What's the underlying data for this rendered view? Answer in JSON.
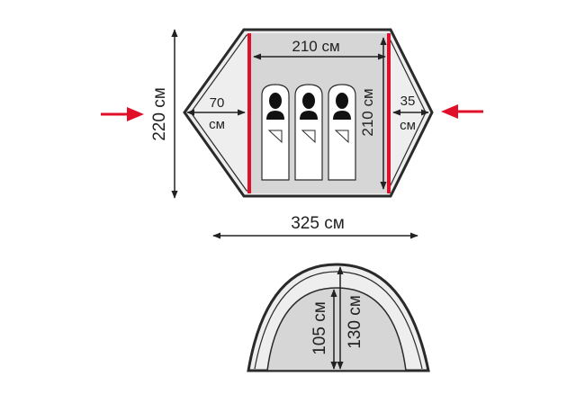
{
  "colors": {
    "outline": "#2a2a2a",
    "floor": "#d6d6d6",
    "tent_fill": "#eeeeee",
    "door_frame": "#e0102a",
    "arrow": "#e0102a",
    "figure": "#111111",
    "sleeping_bag": "#ffffff"
  },
  "plan": {
    "inner_width_label": "210 см",
    "inner_length_label": "210 см",
    "total_width_label": "220 см",
    "total_length_label": "325 см",
    "left_vestibule": {
      "value": "70",
      "unit": "см"
    },
    "right_vestibule": {
      "value": "35",
      "unit": "см"
    },
    "sleeping_places": 3
  },
  "profile": {
    "inner_height_label": "105 см",
    "outer_height_label": "130 см"
  }
}
